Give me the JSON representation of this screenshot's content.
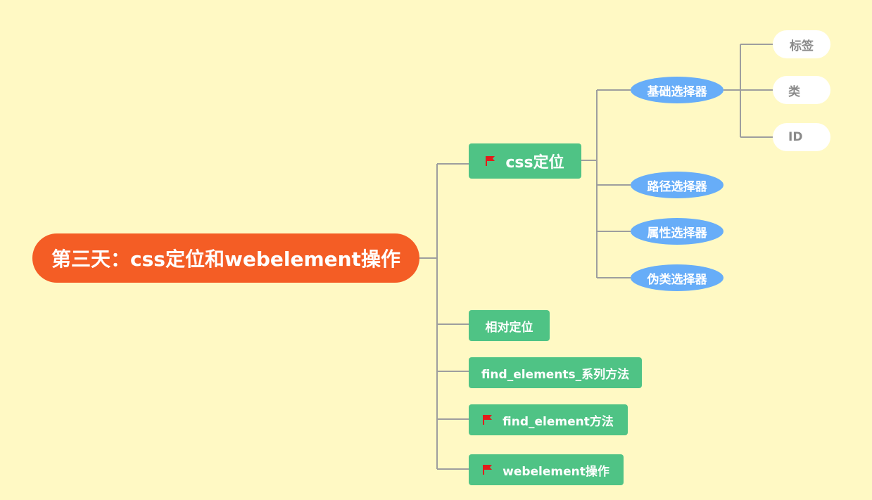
{
  "root": {
    "label": "第三天：css定位和webelement操作",
    "color": "#F45D25"
  },
  "branches": [
    {
      "label": "css定位",
      "flag": true,
      "children": [
        {
          "label": "基础选择器",
          "children": [
            {
              "label": "标签"
            },
            {
              "label": "类"
            },
            {
              "label": "ID"
            }
          ]
        },
        {
          "label": "路径选择器"
        },
        {
          "label": "属性选择器"
        },
        {
          "label": "伪类选择器"
        }
      ]
    },
    {
      "label": "相对定位",
      "flag": false
    },
    {
      "label": "find_elements_系列方法",
      "flag": false
    },
    {
      "label": "find_element方法",
      "flag": true
    },
    {
      "label": "webelement操作",
      "flag": true
    }
  ],
  "colors": {
    "background": "#FFF9C4",
    "branch": "#4FC385",
    "sub": "#67ADF8",
    "leaf": "#FFFFFF",
    "line": "#9E9E9E",
    "flag": "#E31B1B"
  },
  "icons": {
    "flag": "flag-icon"
  }
}
